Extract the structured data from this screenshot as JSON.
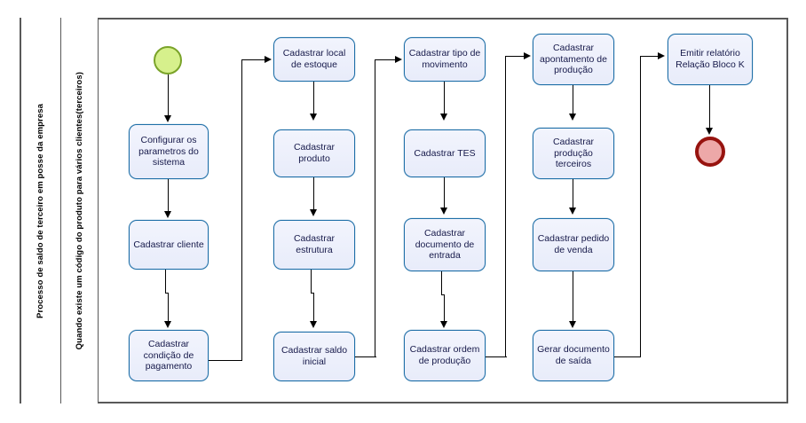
{
  "diagram": {
    "type": "bpmn-flowchart",
    "pool": {
      "lanes": [
        {
          "id": "lane-a",
          "label": "Processo de saldo de terceiro em posse da empresa"
        },
        {
          "id": "lane-b",
          "label": "Quando existe um código do produto para vários clientes(terceiros)"
        }
      ]
    },
    "colors": {
      "task_fill": "#edf0fb",
      "task_border": "#1f6fa8",
      "task_text": "#16194a",
      "start_fill": "#d6f08c",
      "start_border": "#7aa329",
      "end_fill": "#eda8a8",
      "end_border": "#97130f",
      "pool_border": "#595959",
      "connector": "#000000"
    },
    "events": {
      "start": {
        "name": "start-event",
        "label": ""
      },
      "end": {
        "name": "end-event",
        "label": ""
      }
    },
    "columns": [
      {
        "id": "col-1",
        "tasks": [
          {
            "id": "t1",
            "label": "Configurar os parametros do sistema"
          },
          {
            "id": "t2",
            "label": "Cadastrar cliente"
          },
          {
            "id": "t3",
            "label": "Cadastrar condição de pagamento"
          }
        ]
      },
      {
        "id": "col-2",
        "tasks": [
          {
            "id": "t4",
            "label": "Cadastrar local de estoque"
          },
          {
            "id": "t5",
            "label": "Cadastrar produto"
          },
          {
            "id": "t6",
            "label": "Cadastrar estrutura"
          },
          {
            "id": "t7",
            "label": "Cadastrar saldo inicial"
          }
        ]
      },
      {
        "id": "col-3",
        "tasks": [
          {
            "id": "t8",
            "label": "Cadastrar tipo de movimento"
          },
          {
            "id": "t9",
            "label": "Cadastrar TES"
          },
          {
            "id": "t10",
            "label": "Cadastrar documento de entrada"
          },
          {
            "id": "t11",
            "label": "Cadastrar ordem de produção"
          }
        ]
      },
      {
        "id": "col-4",
        "tasks": [
          {
            "id": "t12",
            "label": "Cadastrar apontamento de produção"
          },
          {
            "id": "t13",
            "label": "Cadastrar produção terceiros"
          },
          {
            "id": "t14",
            "label": "Cadastrar pedido de venda"
          },
          {
            "id": "t15",
            "label": "Gerar documento de saída"
          }
        ]
      },
      {
        "id": "col-5",
        "tasks": [
          {
            "id": "t16",
            "label": "Emitir relatório Relação Bloco K"
          }
        ]
      }
    ]
  }
}
